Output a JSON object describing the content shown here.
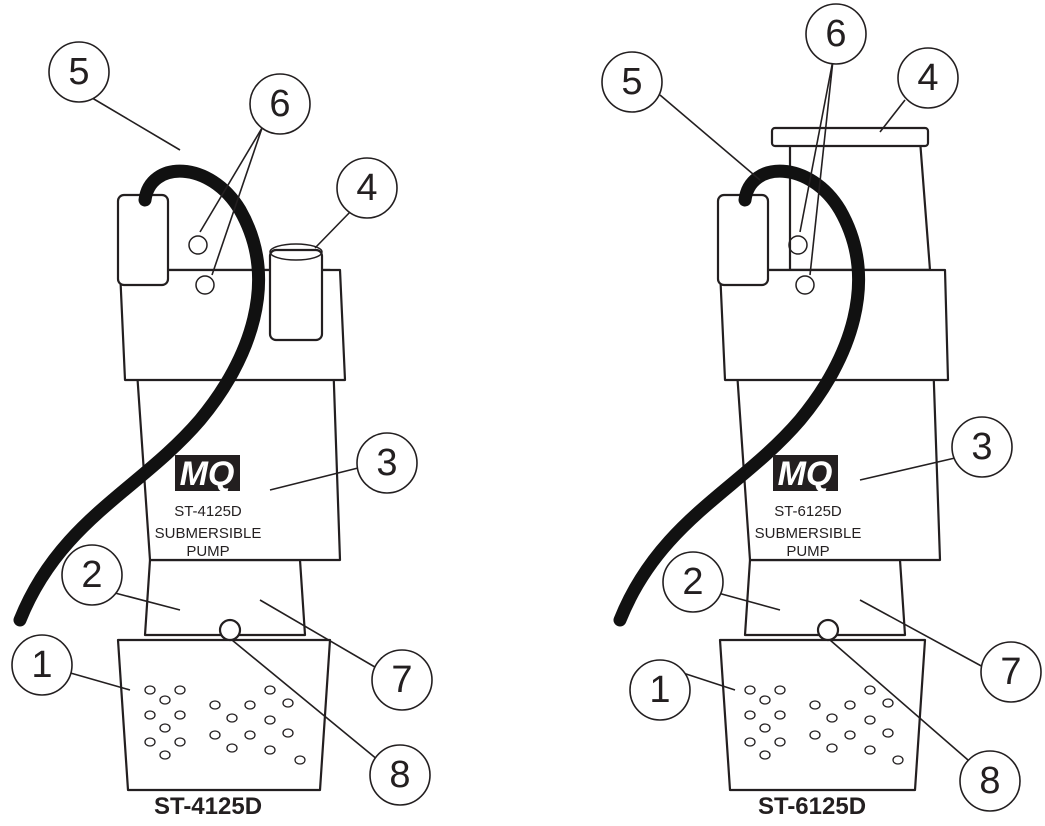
{
  "pumps": [
    {
      "model": "ST-4125D",
      "logo": "MQ",
      "body_model": "ST-4125D",
      "body_line1": "SUBMERSIBLE",
      "body_line2": "PUMP",
      "callouts": [
        "1",
        "2",
        "3",
        "4",
        "5",
        "6",
        "7",
        "8"
      ]
    },
    {
      "model": "ST-6125D",
      "logo": "MQ",
      "body_model": "ST-6125D",
      "body_line1": "SUBMERSIBLE",
      "body_line2": "PUMP",
      "callouts": [
        "1",
        "2",
        "3",
        "4",
        "5",
        "6",
        "7",
        "8"
      ]
    }
  ]
}
